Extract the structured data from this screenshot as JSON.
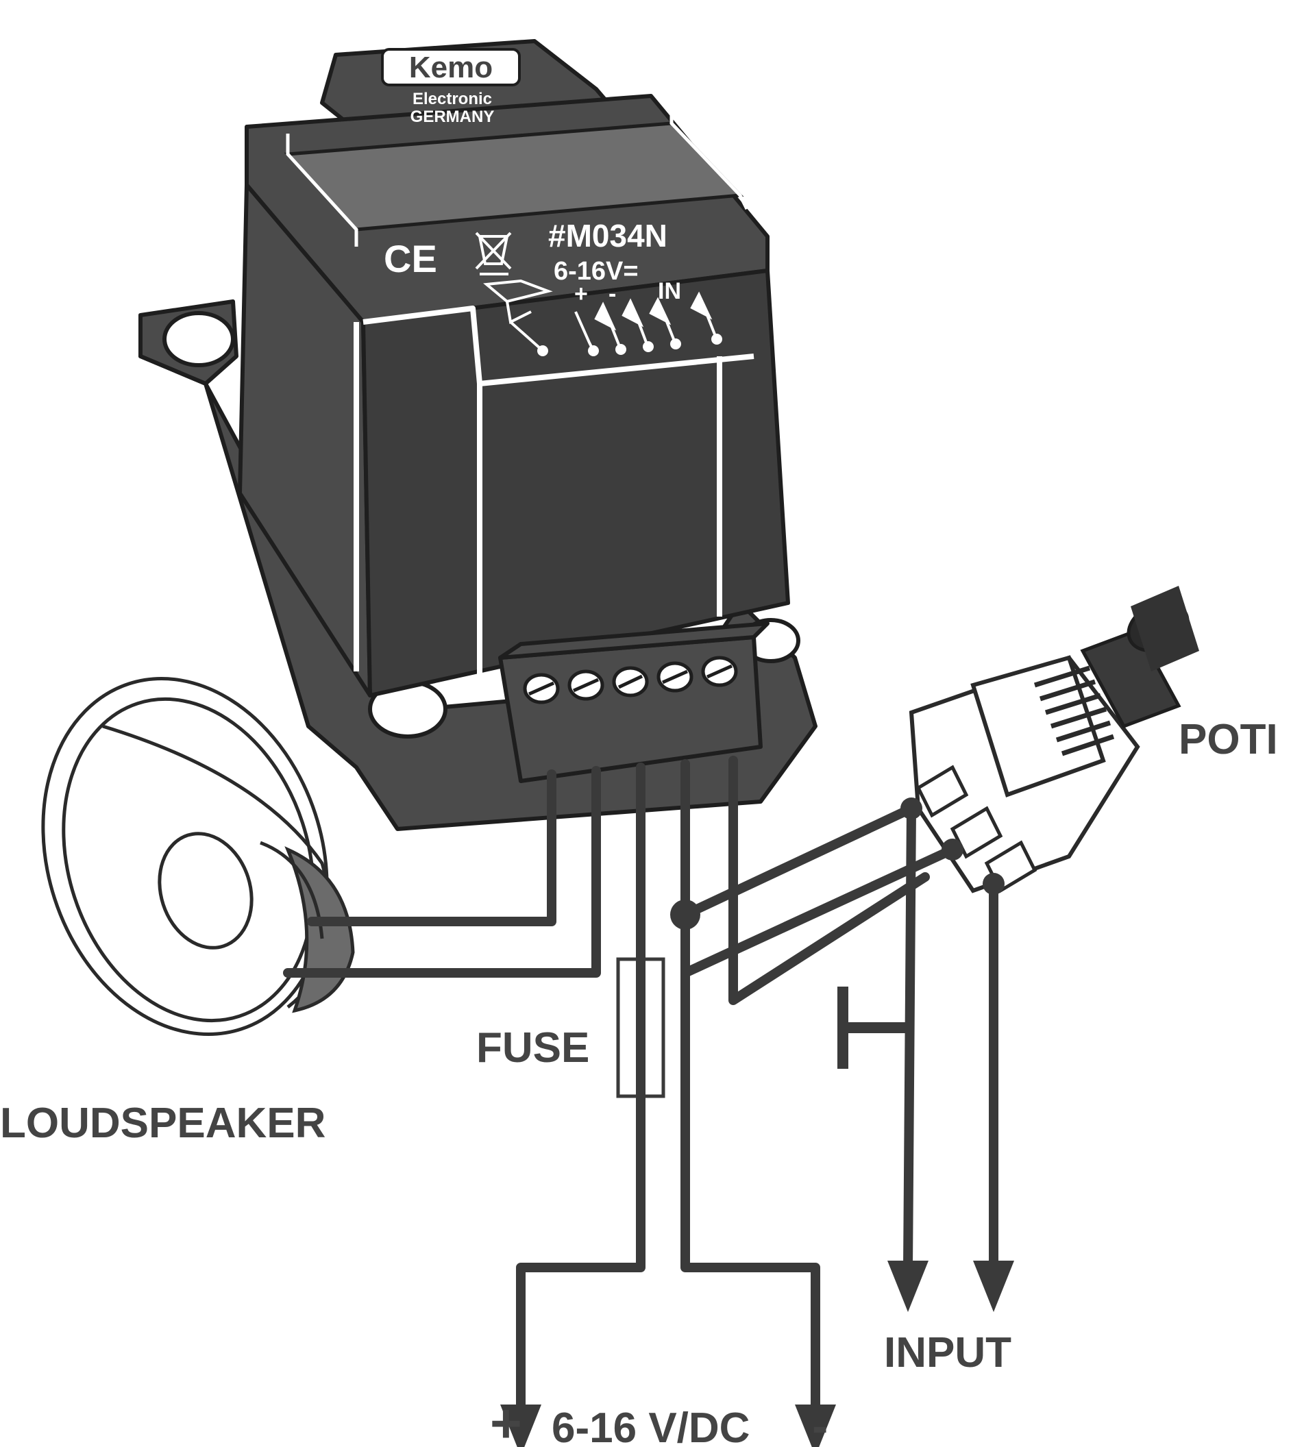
{
  "module": {
    "brand": "Kemo",
    "brand_line1": "Electronic",
    "brand_line2": "GERMANY",
    "model": "#M034N",
    "ce_mark": "CE",
    "voltage_print": "6-16V=",
    "terminal_plus": "+",
    "terminal_minus": "-",
    "terminal_in": "IN"
  },
  "labels": {
    "poti": "POTI",
    "fuse": "FUSE",
    "loudspeaker": "LOUDSPEAKER",
    "input": "INPUT",
    "supply_plus": "+",
    "supply_voltage": "6-16 V/DC",
    "supply_minus": "-"
  },
  "colors": {
    "module_body": "#4b4b4b",
    "wire": "#3a3a3a",
    "label_text": "#444444",
    "background": "#ffffff"
  },
  "icons": [
    "loudspeaker-icon",
    "potentiometer-icon",
    "fuse-icon",
    "ground-symbol-icon",
    "weee-bin-icon"
  ]
}
